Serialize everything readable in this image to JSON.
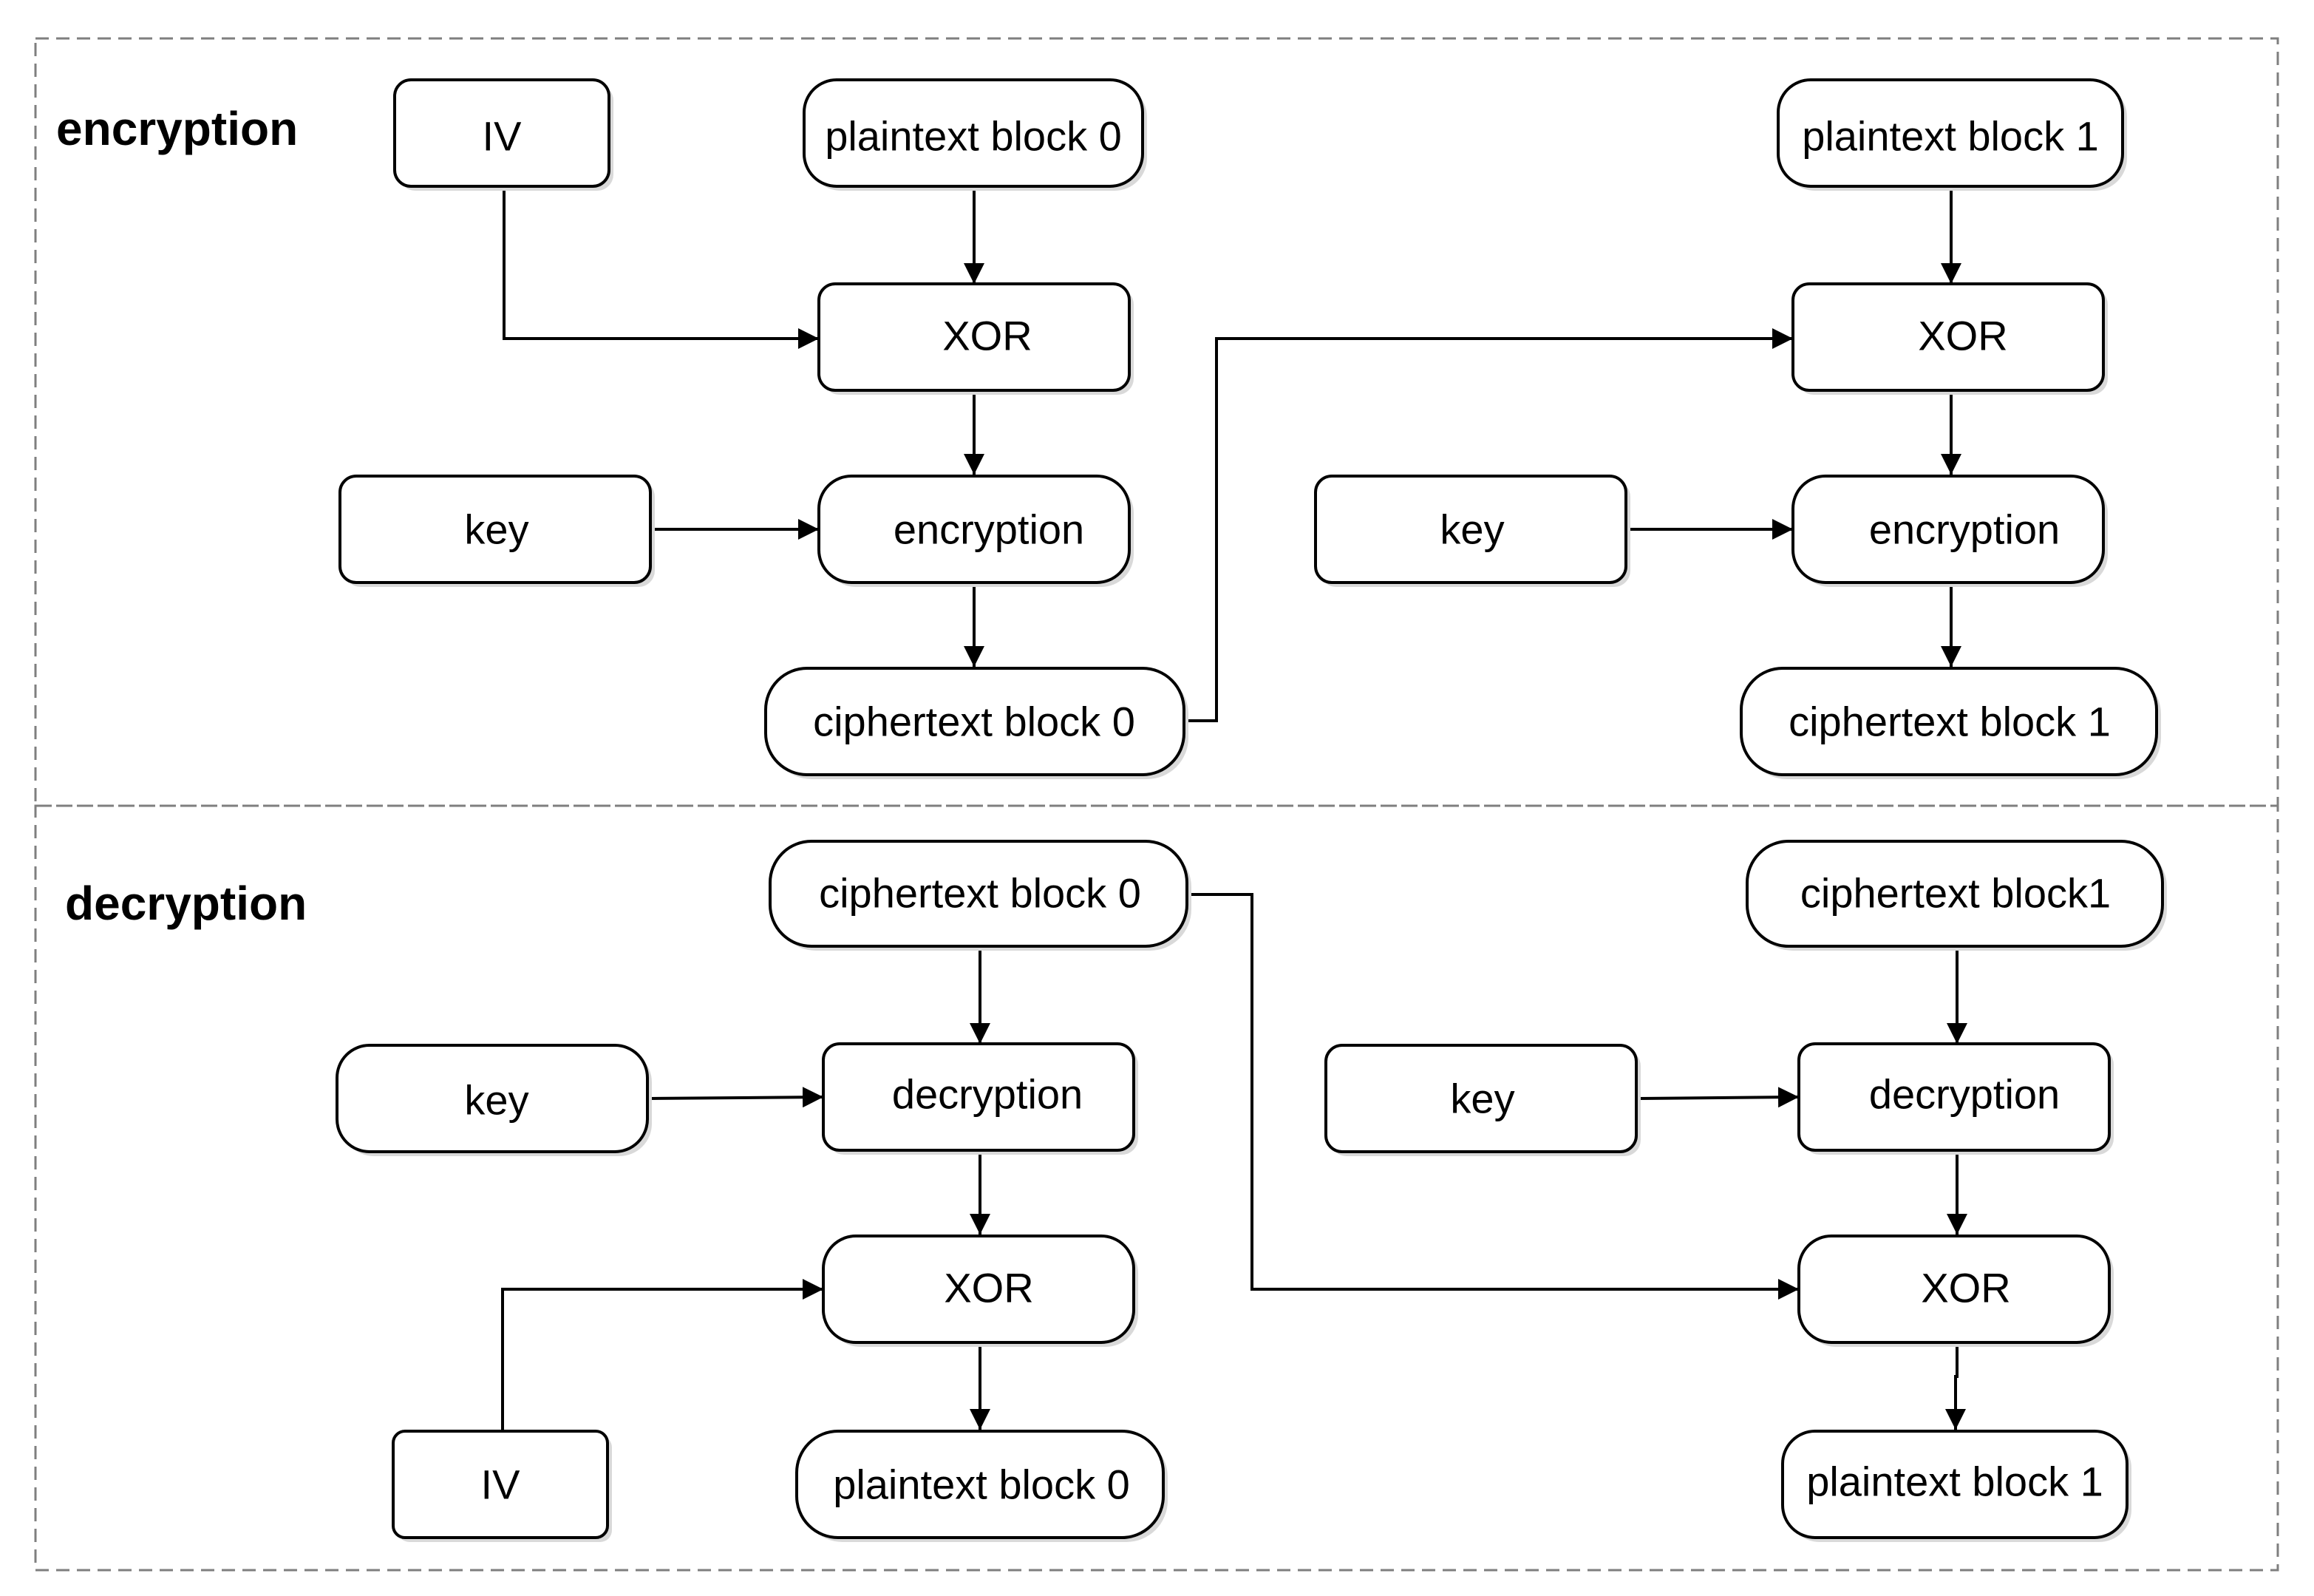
{
  "encryption": {
    "title": "encryption",
    "iv": "IV",
    "plaintext_block_0": "plaintext block 0",
    "xor_0": "XOR",
    "key_0": "key",
    "encryption_0": "encryption",
    "ciphertext_block_0": "ciphertext block 0",
    "plaintext_block_1": "plaintext block 1",
    "xor_1": "XOR",
    "key_1": "key",
    "encryption_1": "encryption",
    "ciphertext_block_1": "ciphertext block 1"
  },
  "decryption": {
    "title": "decryption",
    "ciphertext_block_0": "ciphertext block 0",
    "key_0": "key",
    "decryption_0": "decryption",
    "xor_0": "XOR",
    "iv": "IV",
    "plaintext_block_0": "plaintext block 0",
    "ciphertext_block_1": "ciphertext block1",
    "key_1": "key",
    "decryption_1": "decryption",
    "xor_1": "XOR",
    "plaintext_block_1": "plaintext block 1"
  },
  "colors": {
    "stroke": "#000000",
    "frame": "#7f7f7f",
    "box_fill": "#ffffff",
    "shadow": "#d9d9d9"
  }
}
